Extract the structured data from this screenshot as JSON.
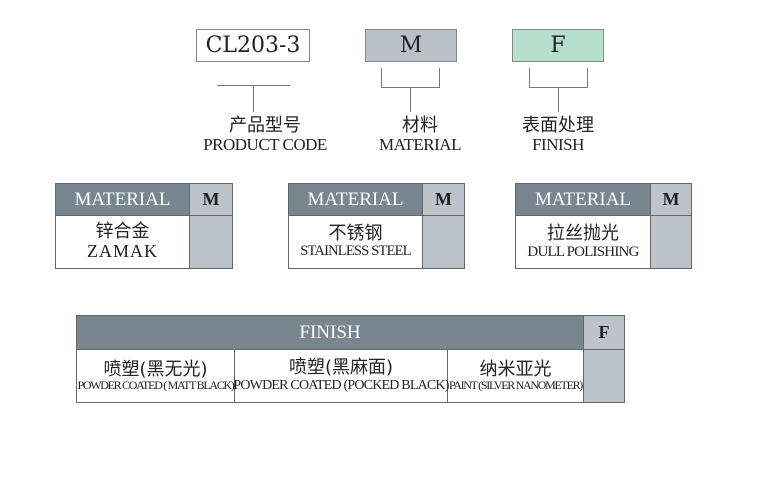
{
  "code": {
    "product_code": "CL203-3",
    "material_code": "M",
    "finish_code": "F",
    "material_box_color": "#b9c0c8",
    "finish_box_color": "#b5e0cb",
    "labels": [
      {
        "cn": "产品型号",
        "en": "PRODUCT CODE"
      },
      {
        "cn": "材料",
        "en": "MATERIAL"
      },
      {
        "cn": "表面处理",
        "en": "FINISH"
      }
    ]
  },
  "materials": [
    {
      "header": "MATERIAL",
      "code": "M",
      "cn": "锌合金",
      "en": "ZAMAK"
    },
    {
      "header": "MATERIAL",
      "code": "M",
      "cn": "不锈钢",
      "en": "STAINLESS STEEL"
    },
    {
      "header": "MATERIAL",
      "code": "M",
      "cn": "拉丝抛光",
      "en": "DULL POLISHING"
    }
  ],
  "finish": {
    "header": "FINISH",
    "code": "F",
    "options": [
      {
        "cn": "喷塑(黑无光)",
        "en": "POWDER COATED ( MATT BLACK)"
      },
      {
        "cn": "喷塑(黑麻面)",
        "en": "POWDER COATED (POCKED BLACK)"
      },
      {
        "cn": "纳米亚光",
        "en": "PAINT (SILVER NANOMETER)"
      }
    ]
  }
}
